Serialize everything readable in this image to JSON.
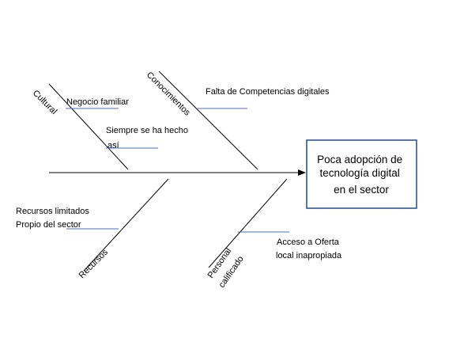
{
  "diagram": {
    "type": "fishbone",
    "problem": {
      "lines": [
        "Poca adopción de",
        "tecnología digital",
        "en el sector"
      ],
      "border_color": "#2f5597"
    },
    "categories": {
      "cultural": {
        "label": "Cultural",
        "causes": [
          {
            "lines": [
              "Negocio familiar"
            ]
          },
          {
            "lines": [
              "Siempre se ha hecho",
              "así"
            ]
          }
        ]
      },
      "conocimientos": {
        "label": "Conocimientos",
        "causes": [
          {
            "lines": [
              "Falta de Competencias digitales"
            ]
          }
        ]
      },
      "recursos": {
        "label": "Recursos",
        "causes": [
          {
            "lines": [
              "Recursos limitados",
              "Propio del sector"
            ]
          }
        ]
      },
      "personal": {
        "label_lines": [
          "Personal",
          "calificado"
        ],
        "causes": [
          {
            "lines": [
              "Acceso a Oferta",
              "local inapropiada"
            ]
          }
        ]
      }
    },
    "colors": {
      "lines": "#000000",
      "cause_underline": "#4472c4",
      "background": "#ffffff"
    }
  }
}
